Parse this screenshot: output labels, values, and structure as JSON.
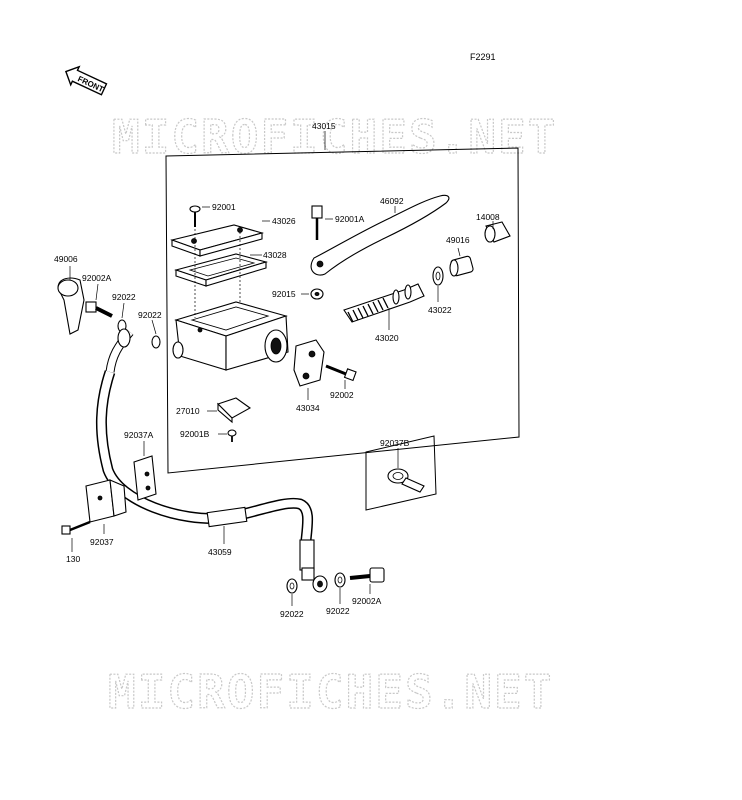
{
  "figure_code": "F2291",
  "front_label": "FRONT",
  "watermark_top": "MICROFICHES.NET",
  "watermark_bottom": "MICROFICHES.NET",
  "parts": {
    "p43015": "43015",
    "p92001": "92001",
    "p43026": "43026",
    "p92001A": "92001A",
    "p46092": "46092",
    "p14008": "14008",
    "p43028": "43028",
    "p49016": "49016",
    "p49006": "49006",
    "p92002A_top": "92002A",
    "p92022_a": "92022",
    "p92022_b": "92022",
    "p92015": "92015",
    "p43022": "43022",
    "p43020": "43020",
    "p92002": "92002",
    "p43034": "43034",
    "p27010": "27010",
    "p92001B": "92001B",
    "p92037A": "92037A",
    "p92037B": "92037B",
    "p92037": "92037",
    "p130": "130",
    "p43059": "43059",
    "p92022_c": "92022",
    "p92022_d": "92022",
    "p92002A_bottom": "92002A"
  }
}
